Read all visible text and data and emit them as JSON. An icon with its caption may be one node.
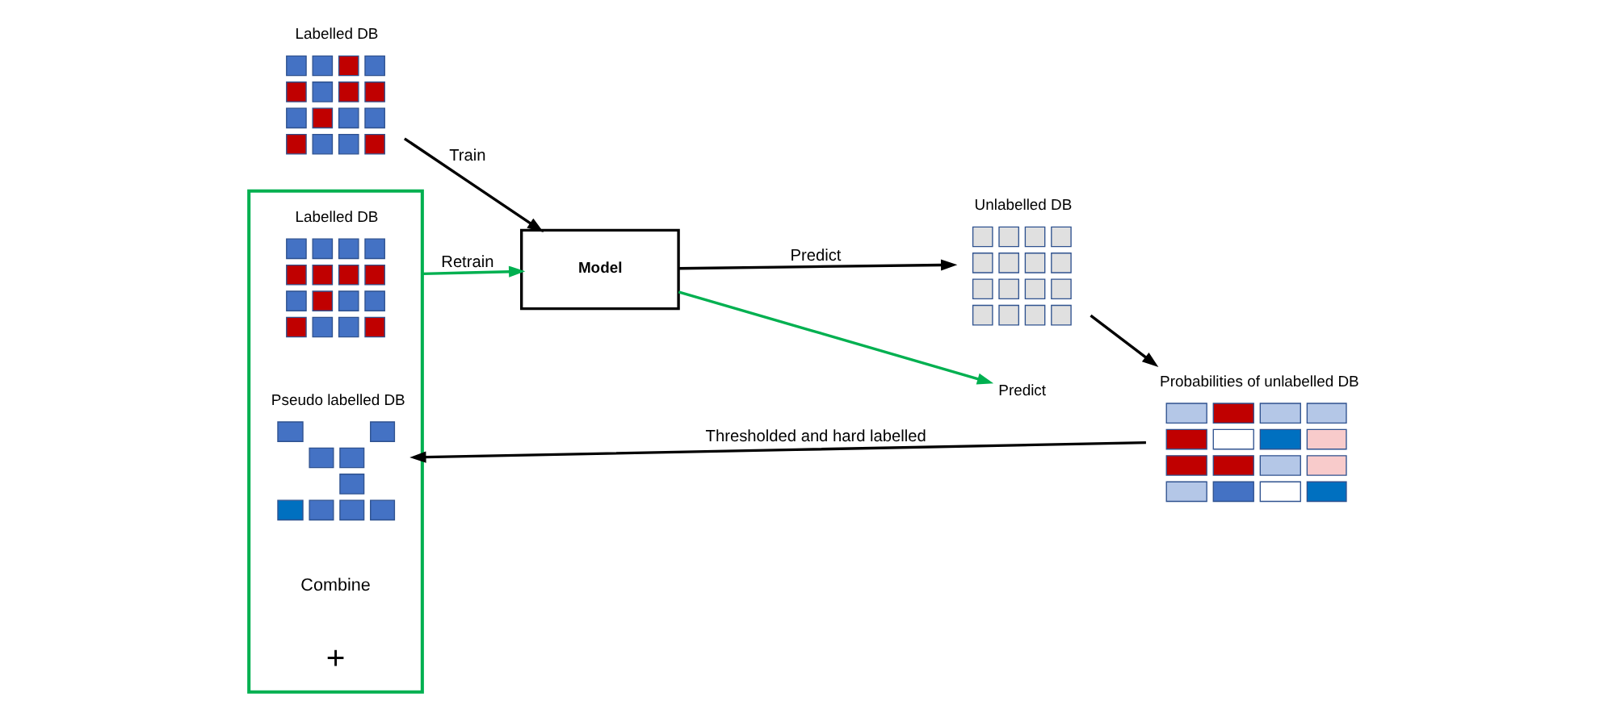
{
  "diagram": {
    "nodes": [
      {
        "text": [
          "Labelled DB"
        ]
      },
      {
        "text": [
          "Model"
        ]
      },
      {
        "text": [
          "Unlabelled DB"
        ]
      },
      {
        "text": [
          "Probabilities of unlabelled DB"
        ]
      },
      {
        "text": [
          "Predict"
        ]
      },
      {
        "text": [],
        "shape": "box"
      },
      {
        "text": [
          "Labelled DB"
        ],
        "in": 5
      },
      {
        "text": [
          "Pseudo labelled DB"
        ],
        "in": 5
      }
    ],
    "edges": [
      {
        "from": 0,
        "to": 1,
        "arrow": "to",
        "label": "Train"
      },
      {
        "from": 1,
        "to": 2,
        "arrow": "to",
        "label": "Predict"
      },
      {
        "from": 2,
        "to": 3,
        "arrow": "to"
      },
      {
        "from": 3,
        "to": 7,
        "arrow": "to",
        "label": "Thresholded and hard labelled"
      },
      {
        "from": 5,
        "to": 1,
        "arrow": "to",
        "label": "Retrain",
        "color": "#00b050"
      },
      {
        "from": 1,
        "to": 4,
        "arrow": "to",
        "color": "#00b050"
      }
    ],
    "labels": [
      "Combine",
      "+"
    ]
  }
}
